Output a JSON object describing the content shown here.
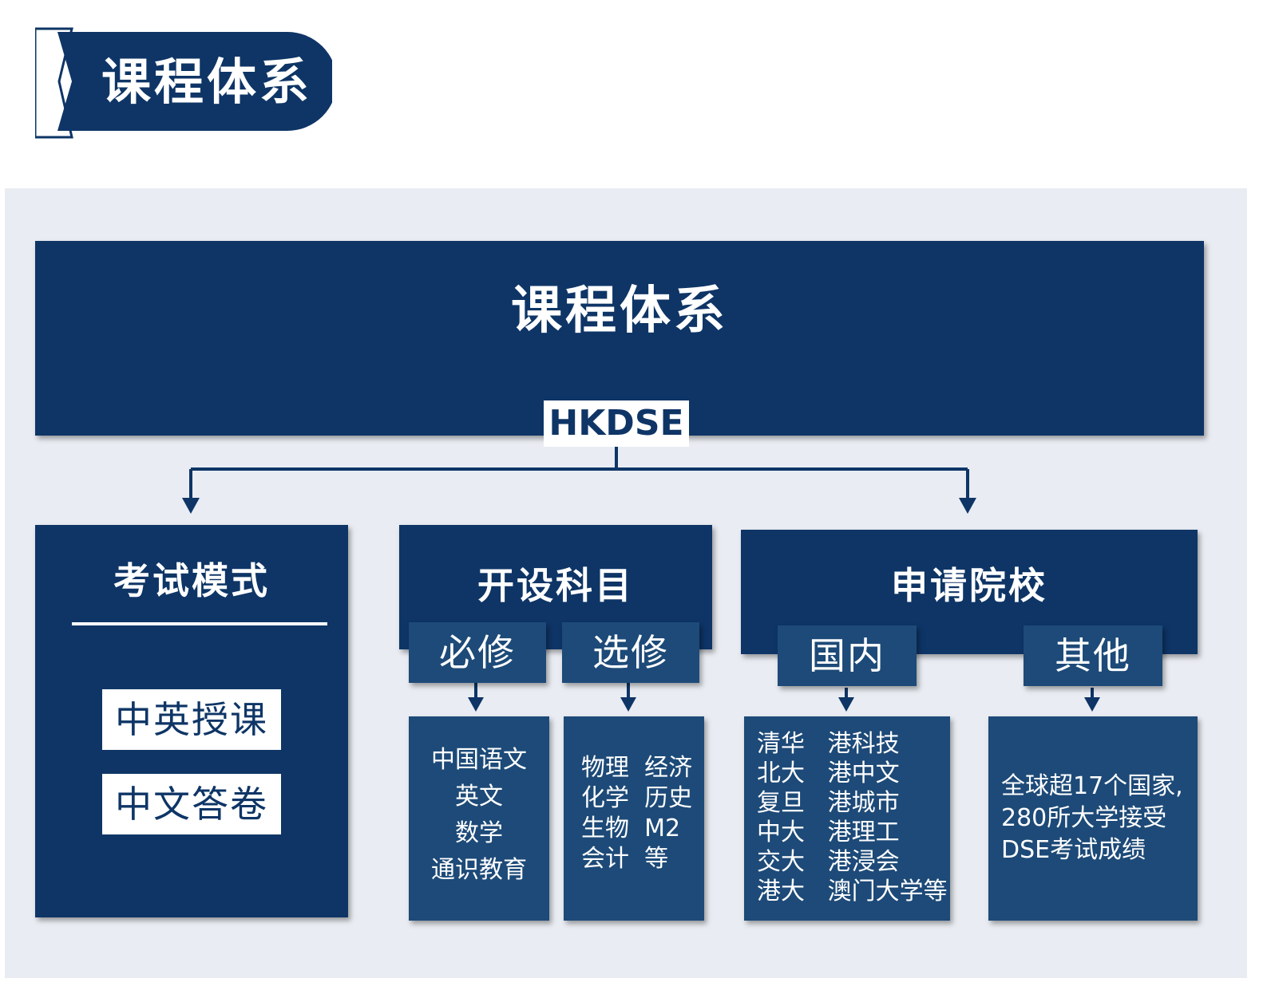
{
  "banner": {
    "title": "课程体系"
  },
  "top": {
    "title": "课程体系",
    "subtitle": "HKDSE"
  },
  "exam_mode": {
    "title": "考试模式",
    "items": [
      "中英授课",
      "中文答卷"
    ]
  },
  "subjects": {
    "title": "开设科目",
    "required": {
      "label": "必修",
      "items": [
        "中国语文",
        "英文",
        "数学",
        "通识教育"
      ]
    },
    "elective": {
      "label": "选修",
      "items": [
        "物理  经济",
        "化学  历史",
        "生物  M2",
        "会计  等"
      ]
    }
  },
  "schools": {
    "title": "申请院校",
    "domestic": {
      "label": "国内",
      "items": [
        "清华   港科技",
        "北大   港中文",
        "复旦   港城市",
        "中大   港理工",
        "交大   港浸会",
        "港大   澳门大学等"
      ]
    },
    "other": {
      "label": "其他",
      "items": [
        "全球超17个国家,",
        "280所大学接受",
        "DSE考试成绩"
      ]
    }
  },
  "colors": {
    "navy": "#0e3566",
    "mid": "#1d4a78",
    "panel": "#e9ecf2",
    "white": "#ffffff"
  }
}
